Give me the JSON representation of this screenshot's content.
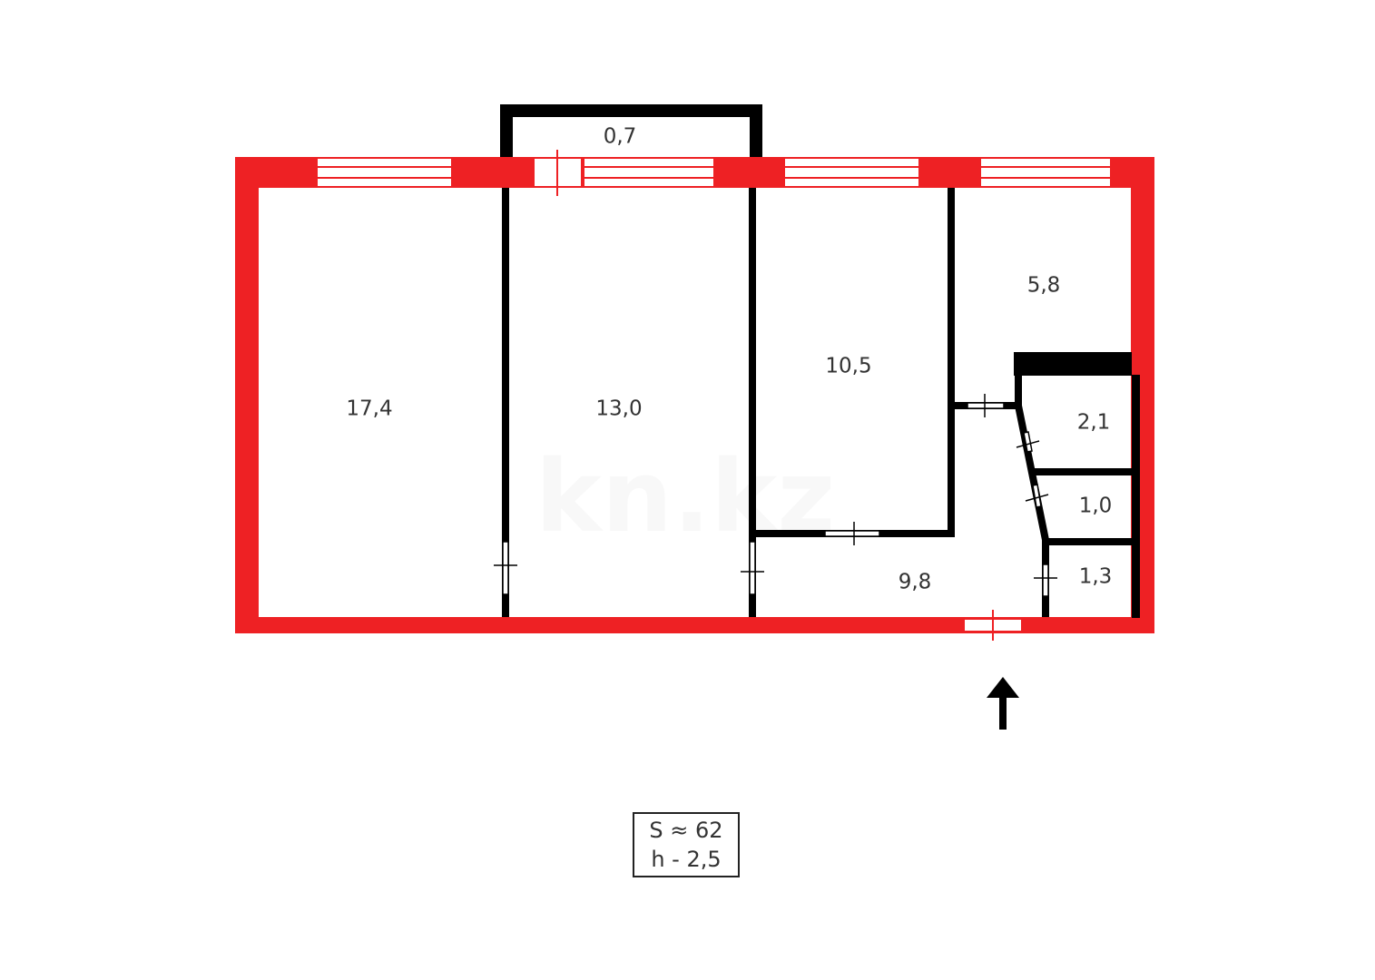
{
  "plan": {
    "rooms": [
      {
        "id": "room-1",
        "area": "17,4"
      },
      {
        "id": "room-2",
        "area": "13,0"
      },
      {
        "id": "room-3",
        "area": "10,5"
      },
      {
        "id": "kitchen",
        "area": "5,8"
      },
      {
        "id": "bathroom",
        "area": "2,1"
      },
      {
        "id": "toilet",
        "area": "1,0"
      },
      {
        "id": "storage",
        "area": "1,3"
      },
      {
        "id": "hallway",
        "area": "9,8"
      },
      {
        "id": "balcony",
        "area": "0,7"
      }
    ],
    "watermark": "kn.kz",
    "entrance": "arrow-up"
  },
  "legend": {
    "area": "S ≈ 62",
    "height": "h - 2,5"
  },
  "colors": {
    "exterior_wall": "#ee2124",
    "interior_wall": "#000000",
    "text": "#333333"
  }
}
